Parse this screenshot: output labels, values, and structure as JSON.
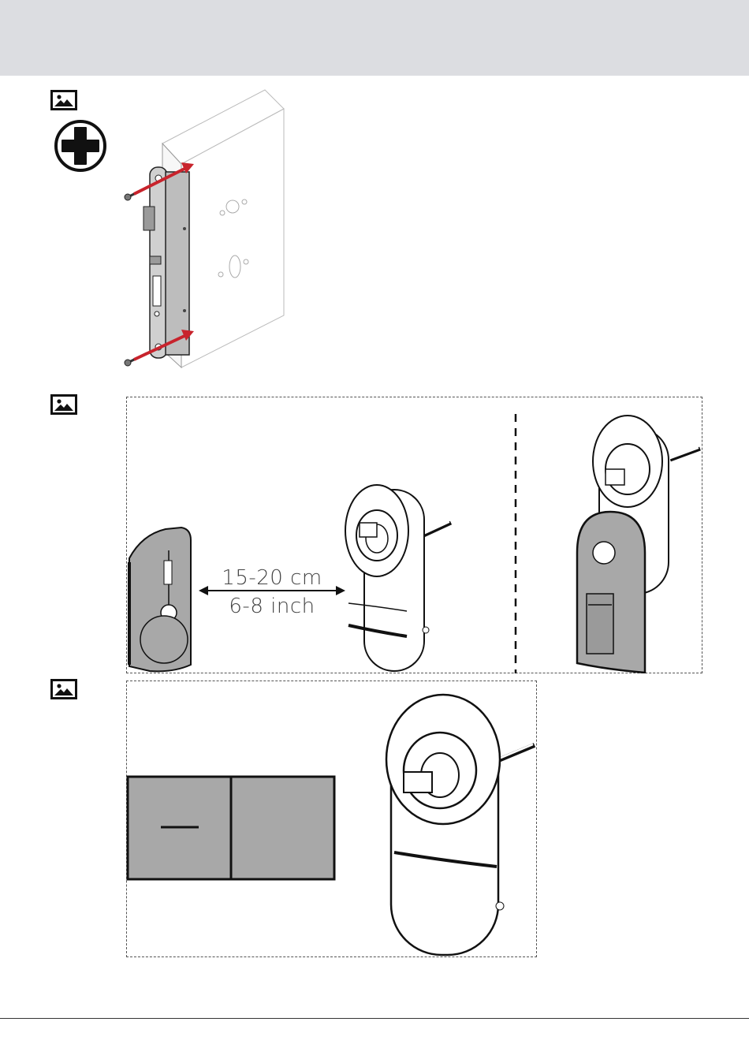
{
  "figures": [
    {
      "icon": "image-icon",
      "content": "mortise-lock-install-illustration"
    },
    {
      "icon": "image-icon",
      "content": "card-reader-distance-illustration"
    },
    {
      "icon": "image-icon",
      "content": "lock-module-illustration"
    }
  ],
  "tool_icon": "phillips-screwdriver-icon",
  "distance": {
    "metric": "15-20 cm",
    "imperial": "6-8 inch"
  },
  "colors": {
    "header_band": "#dcdde1",
    "arrow_red": "#c8232c",
    "panel_gray": "#a8a8a8",
    "line": "#111111"
  }
}
